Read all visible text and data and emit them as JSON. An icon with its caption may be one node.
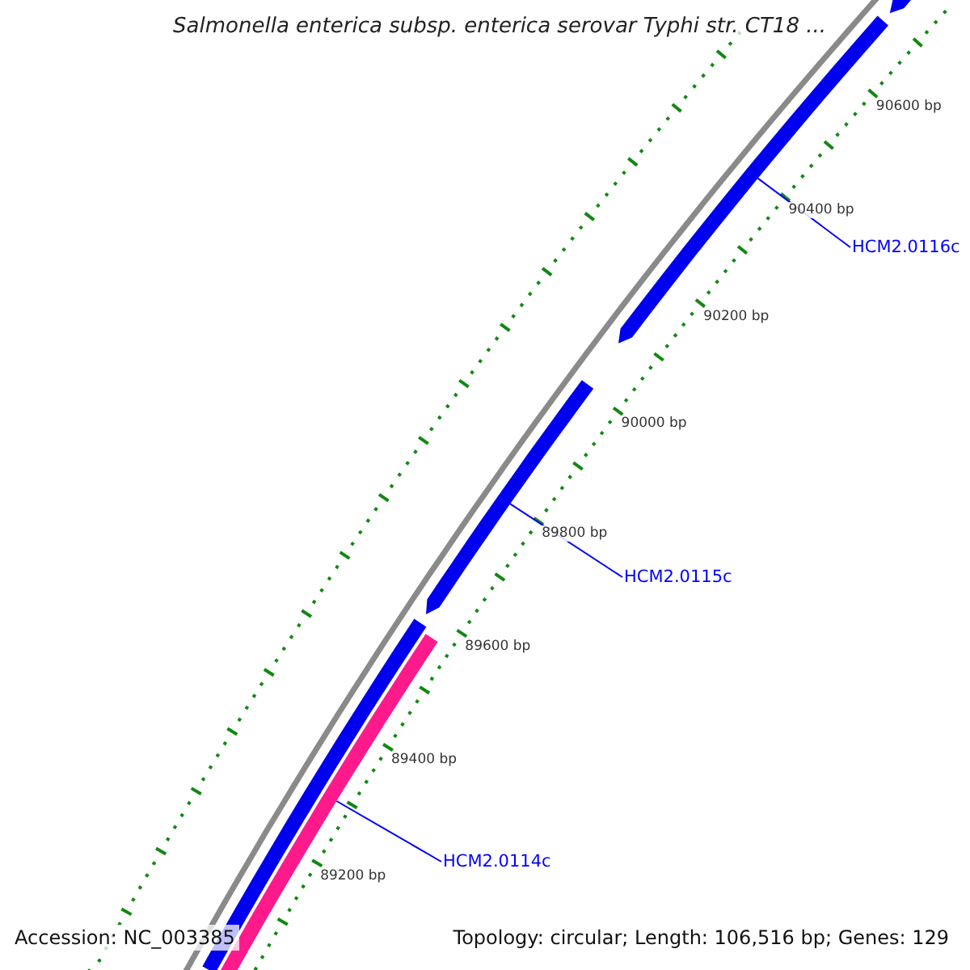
{
  "diagram": {
    "title": "Salmonella enterica subsp. enterica serovar Typhi str. CT18 ...",
    "nodes": [
      {
        "text": [
          "HCM2.0116c"
        ]
      },
      {
        "text": [
          "HCM2.0115c"
        ]
      },
      {
        "text": [
          "HCM2.0114c"
        ]
      },
      {
        "text": [],
        "shape": "bar"
      },
      {
        "text": [],
        "shape": "bar"
      },
      {
        "text": [],
        "shape": "bar"
      },
      {
        "text": [],
        "shape": "bar"
      },
      {
        "text": [],
        "shape": "bar"
      }
    ],
    "edges": [
      {
        "from": 0,
        "to": 4,
        "arrow": "none"
      },
      {
        "from": 1,
        "to": 5,
        "arrow": "none"
      },
      {
        "from": 2,
        "to": 7,
        "arrow": "none"
      }
    ],
    "labels": [
      "90600 bp",
      "90400 bp",
      "90200 bp",
      "90000 bp",
      "89800 bp",
      "89600 bp",
      "89400 bp",
      "89200 bp",
      "Accession: NC_003385",
      "Topology: circular; Length: 106,516 bp; Genes: 129"
    ]
  }
}
